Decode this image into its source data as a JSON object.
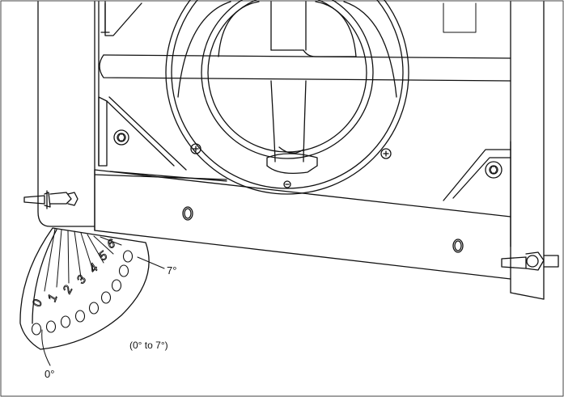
{
  "diagram": {
    "labels": {
      "max_angle": "7°",
      "min_angle": "0°",
      "range": "(0° to 7°)"
    },
    "scale_marks": [
      "0",
      "1",
      "2",
      "3",
      "4",
      "5",
      "6"
    ]
  }
}
